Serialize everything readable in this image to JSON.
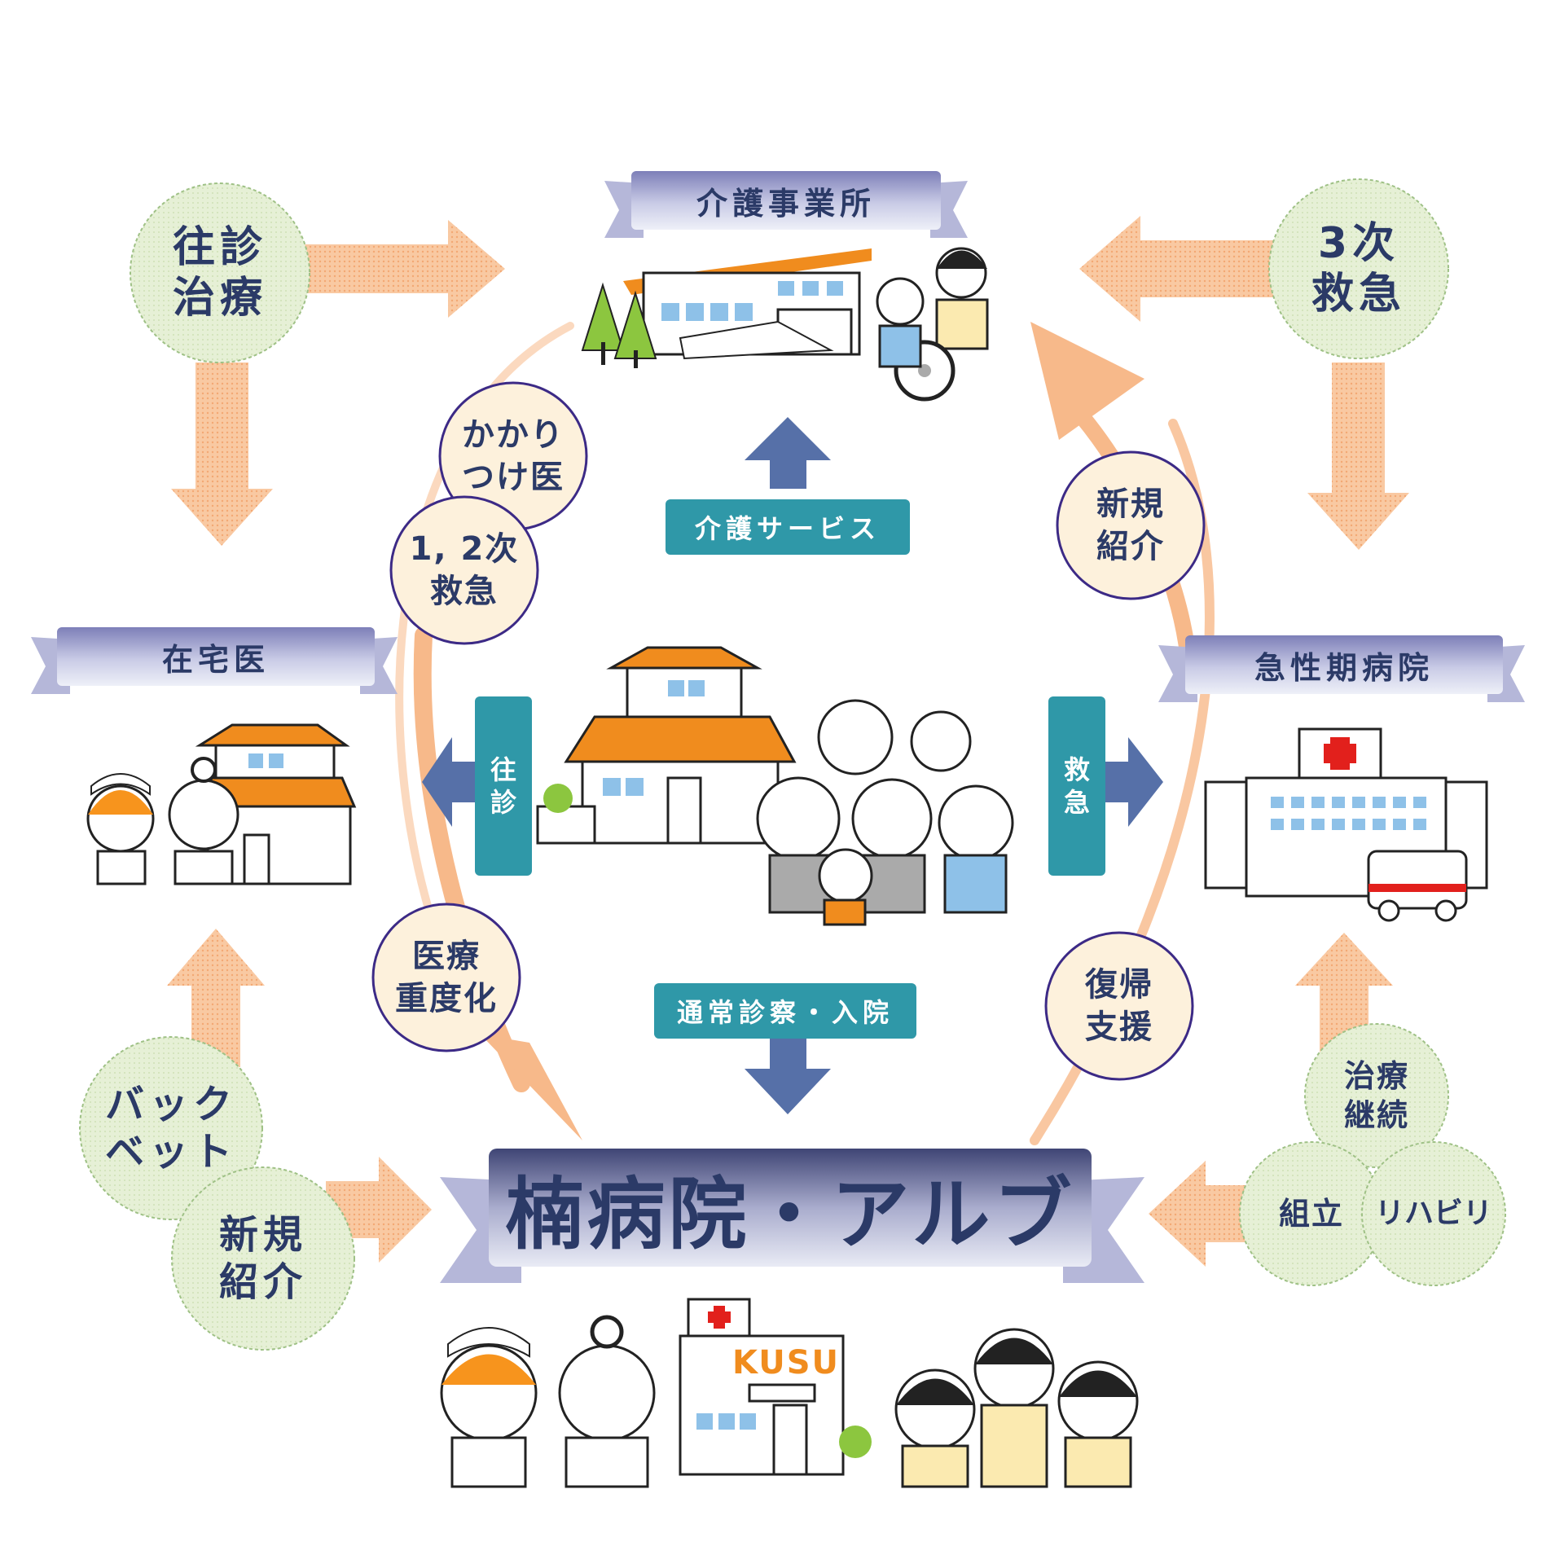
{
  "ribbons": {
    "care_office": "介護事業所",
    "home_doctor": "在宅医",
    "acute_hospital": "急性期病院",
    "main": "楠病院・アルブ"
  },
  "circles_green": {
    "home_visit_treatment": "往診\n治療",
    "tertiary_emergency": "3次\n救急",
    "backup_bed": "バック\nベット",
    "new_referral_left": "新規\n紹介",
    "treatment_continuation": "治療\n継続",
    "assembly": "組立",
    "rehabilitation": "リハビリ"
  },
  "circles_yellow": {
    "family_doctor": "かかり\nつけ医",
    "primary_secondary_emergency": "1, 2次\n救急",
    "new_referral_right": "新規\n紹介",
    "medical_severity": "医療\n重度化",
    "return_support": "復帰\n支援"
  },
  "teal_labels": {
    "care_service": "介護サービス",
    "home_visit": "往\n診",
    "emergency": "救\n急",
    "regular_care": "通常診察・入院"
  },
  "building_sign": "KUSU",
  "colors": {
    "navy": "#2b3a67",
    "teal": "#2f98a8",
    "arrow_blue": "#5670a8",
    "arrow_orange": "#f7b98a",
    "green_circle": "#e4efd2",
    "yellow_circle": "#fdf1dc",
    "purple_border": "#3c2a86",
    "orange": "#f08c1e"
  }
}
